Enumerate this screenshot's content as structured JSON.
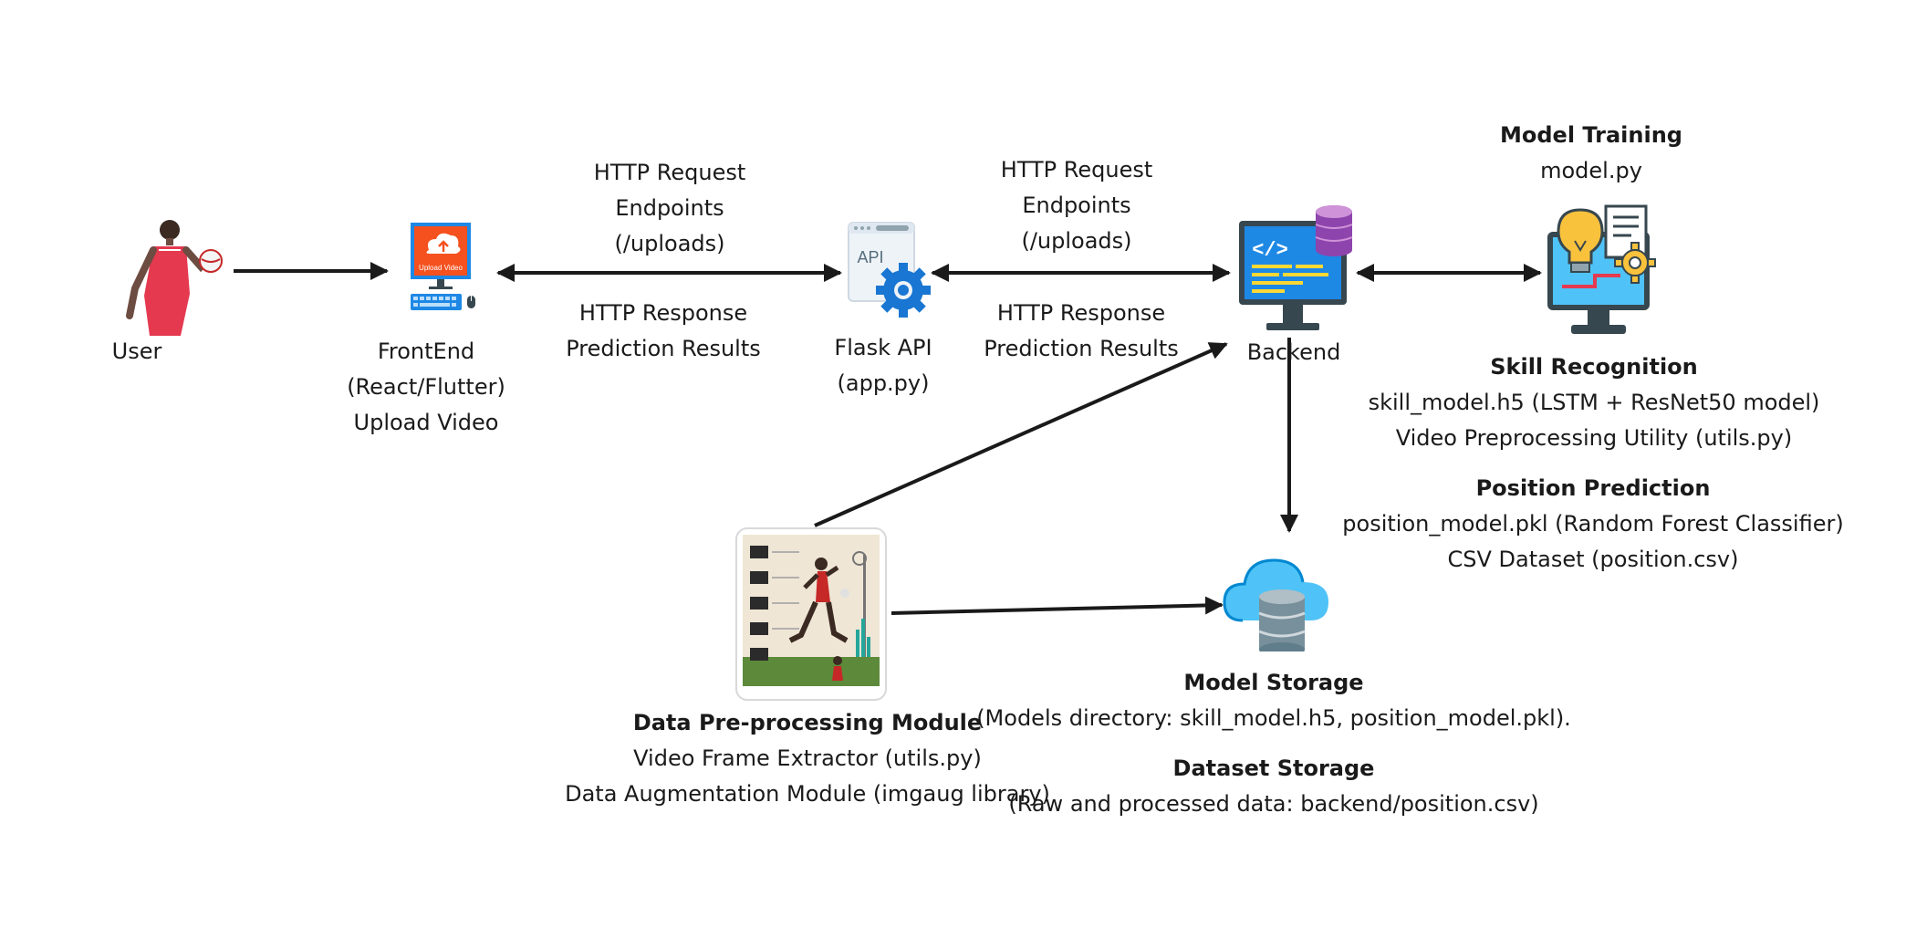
{
  "nodes": {
    "user": {
      "label": "User"
    },
    "frontend": {
      "lines": [
        "FrontEnd",
        "(React/Flutter)",
        "Upload Video"
      ],
      "icon_text": "Upload Video"
    },
    "flask": {
      "lines": [
        "Flask API",
        "(app.py)"
      ],
      "icon_text": "API"
    },
    "backend": {
      "label": "Backend",
      "icon_text": "</>"
    },
    "preprocess": {
      "title": "Data Pre-processing Module",
      "lines": [
        "Video Frame Extractor (utils.py)",
        "Data Augmentation Module (imgaug library)"
      ]
    },
    "model_training": {
      "title": "Model Training",
      "line": "model.py"
    },
    "skill_recognition": {
      "title": "Skill Recognition",
      "lines": [
        "skill_model.h5 (LSTM + ResNet50 model)",
        "Video Preprocessing Utility (utils.py)"
      ]
    },
    "position_prediction": {
      "title": "Position Prediction",
      "lines": [
        "position_model.pkl (Random Forest Classifier)",
        "CSV Dataset (position.csv)"
      ]
    },
    "model_storage": {
      "title": "Model Storage",
      "line": "(Models directory: skill_model.h5, position_model.pkl)."
    },
    "dataset_storage": {
      "title": "Dataset Storage",
      "line": "(Raw and processed data: backend/position.csv)"
    }
  },
  "edges": {
    "fe_flask_request": [
      "HTTP Request",
      "Endpoints",
      "(/uploads)"
    ],
    "fe_flask_response": [
      "HTTP Response",
      "Prediction Results"
    ],
    "flask_backend_request": [
      "HTTP Request",
      "Endpoints",
      "(/uploads)"
    ],
    "flask_backend_response": [
      "HTTP Response",
      "Prediction Results"
    ]
  },
  "colors": {
    "arrow": "#1a1a1a",
    "monitor_blue": "#1e88e5",
    "upload_orange": "#f4511e",
    "gear_blue": "#1976d2",
    "db_purple": "#8e44ad",
    "bulb_yellow": "#f9c23c",
    "cloud_blue": "#4fc3f7",
    "netball_pink": "#e53950"
  }
}
